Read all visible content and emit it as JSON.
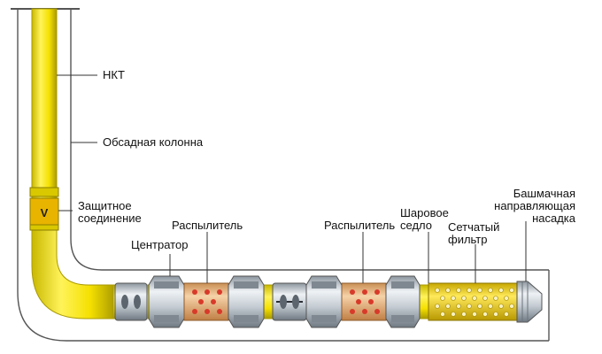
{
  "labels": {
    "nkt": "НКТ",
    "casing": "Обсадная колонна",
    "protective_joint": "Защитное\nсоединение",
    "centralizer": "Центратор",
    "sprayer_1": "Распылитель",
    "sprayer_2": "Распылитель",
    "ball_seat": "Шаровое\nседло",
    "mesh_filter": "Сетчатый\nфильтр",
    "guide_shoe": "Башмачная\nнаправляющая\nнасадка"
  },
  "joint_mark": "V",
  "colors": {
    "tubing": "#f5e000",
    "tubing_edge": "#b8a800",
    "casing_line": "#555555",
    "sprayer": "#e8b985",
    "sprayer_dot": "#d83a2a",
    "centralizer": "#c8cfd6",
    "filter": "#f3d000"
  }
}
